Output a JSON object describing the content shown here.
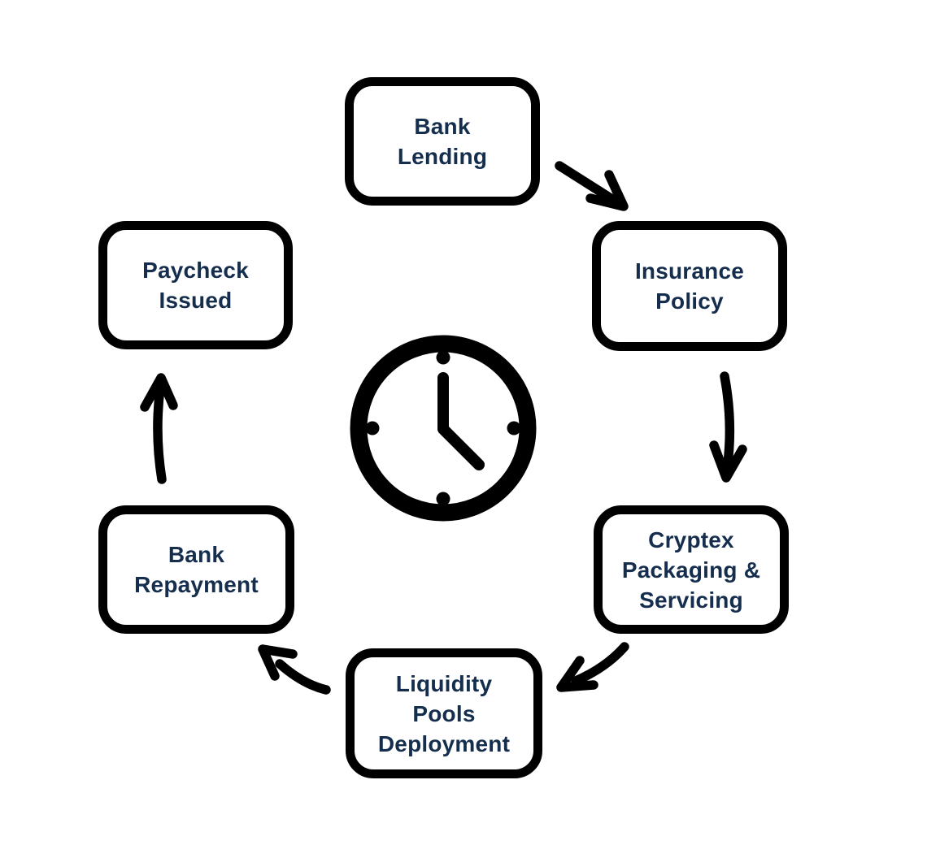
{
  "diagram": {
    "background_color": "#ffffff",
    "stroke_color": "#000000",
    "text_color": "#152e4d",
    "center_icon": "clock-icon",
    "nodes": [
      {
        "id": "bank-lending",
        "label": "Bank\nLending"
      },
      {
        "id": "insurance-policy",
        "label": "Insurance\nPolicy"
      },
      {
        "id": "cryptex-packaging-servicing",
        "label": "Cryptex\nPackaging &\nServicing"
      },
      {
        "id": "liquidity-pools-deployment",
        "label": "Liquidity\nPools\nDeployment"
      },
      {
        "id": "bank-repayment",
        "label": "Bank\nRepayment"
      },
      {
        "id": "paycheck-issued",
        "label": "Paycheck\nIssued"
      }
    ],
    "arrows": [
      {
        "from": "bank-lending",
        "to": "insurance-policy"
      },
      {
        "from": "insurance-policy",
        "to": "cryptex-packaging-servicing"
      },
      {
        "from": "cryptex-packaging-servicing",
        "to": "liquidity-pools-deployment"
      },
      {
        "from": "liquidity-pools-deployment",
        "to": "bank-repayment"
      },
      {
        "from": "bank-repayment",
        "to": "paycheck-issued"
      }
    ]
  }
}
